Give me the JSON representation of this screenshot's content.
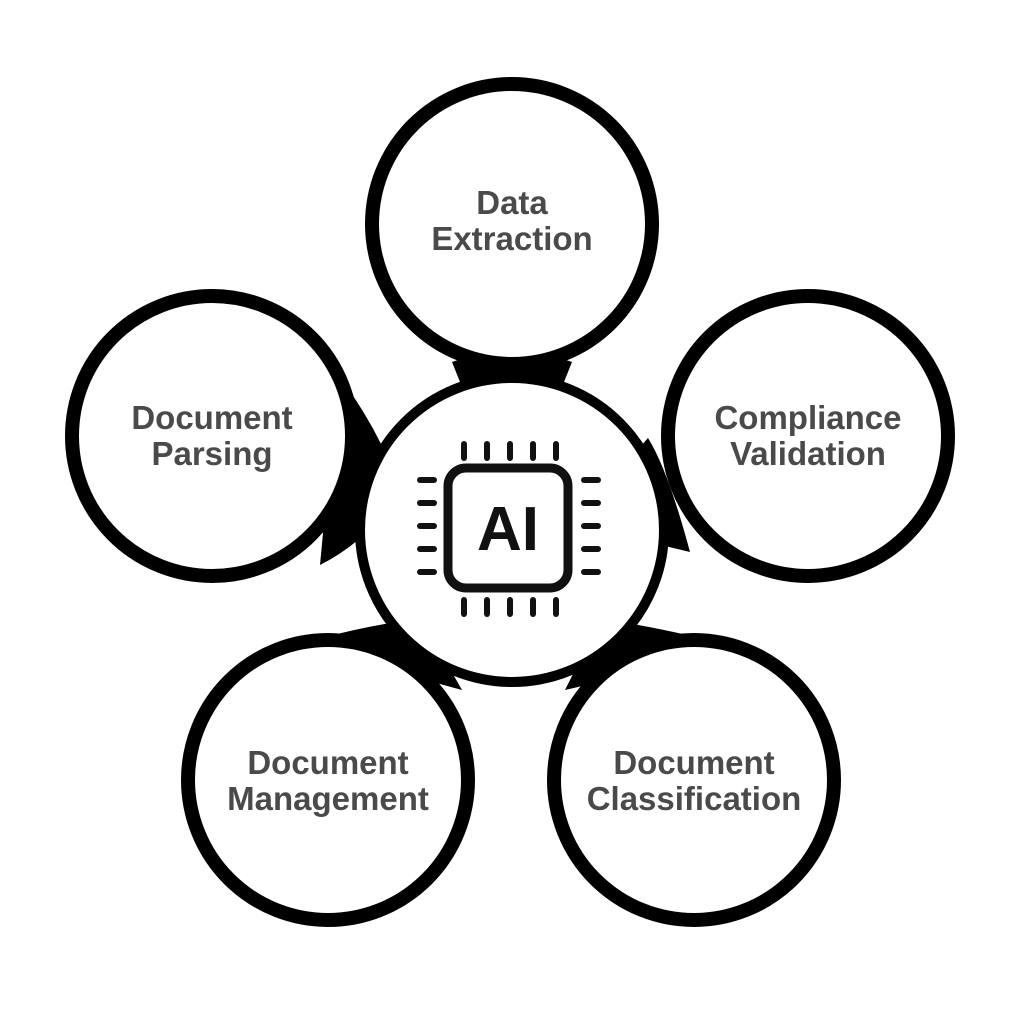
{
  "center": {
    "chip_label": "AI",
    "icon": "ai-chip-icon"
  },
  "nodes": [
    {
      "id": "data-extraction",
      "line1": "Data",
      "line2": "Extraction"
    },
    {
      "id": "compliance-validation",
      "line1": "Compliance",
      "line2": "Validation"
    },
    {
      "id": "document-classification",
      "line1": "Document",
      "line2": "Classification"
    },
    {
      "id": "document-management",
      "line1": "Document",
      "line2": "Management"
    },
    {
      "id": "document-parsing",
      "line1": "Document",
      "line2": "Parsing"
    }
  ],
  "colors": {
    "outline": "#000000",
    "label_text": "#4a4a4a",
    "chip": "#111111",
    "background": "#ffffff"
  }
}
